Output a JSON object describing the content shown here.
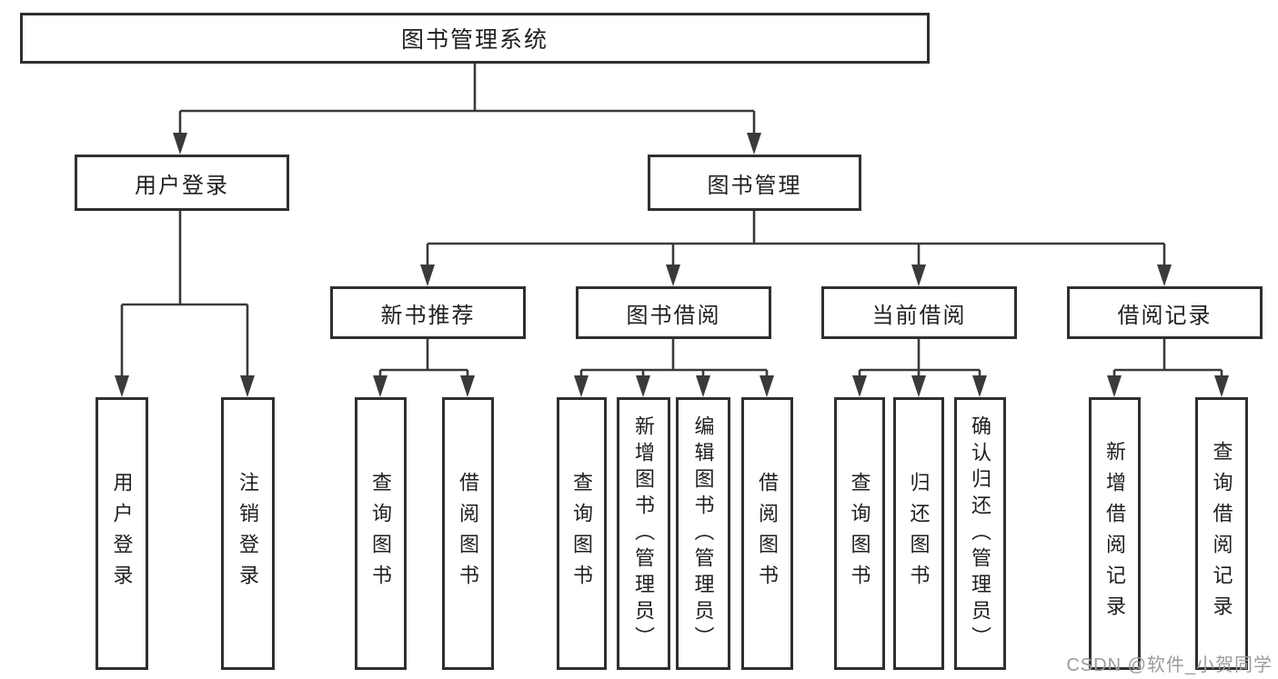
{
  "tree": {
    "label": "图书管理系统",
    "children": [
      {
        "label": "用户登录",
        "children": [
          {
            "label": "用户登录"
          },
          {
            "label": "注销登录"
          }
        ]
      },
      {
        "label": "图书管理",
        "children": [
          {
            "label": "新书推荐",
            "children": [
              {
                "label": "查询图书"
              },
              {
                "label": "借阅图书"
              }
            ]
          },
          {
            "label": "图书借阅",
            "children": [
              {
                "label": "查询图书"
              },
              {
                "label": "新增图书（管理员）"
              },
              {
                "label": "编辑图书（管理员）"
              },
              {
                "label": "借阅图书"
              }
            ]
          },
          {
            "label": "当前借阅",
            "children": [
              {
                "label": "查询图书"
              },
              {
                "label": "归还图书"
              },
              {
                "label": "确认归还（管理员）"
              }
            ]
          },
          {
            "label": "借阅记录",
            "children": [
              {
                "label": "新增借阅记录"
              },
              {
                "label": "查询借阅记录"
              }
            ]
          }
        ]
      }
    ]
  },
  "watermark": "CSDN @软件_小贺同学",
  "colors": {
    "line": "#3a3a3a",
    "border": "#2f2f2f",
    "text": "#1f1f1f",
    "watermark": "#9b9b9b",
    "background": "#ffffff"
  }
}
